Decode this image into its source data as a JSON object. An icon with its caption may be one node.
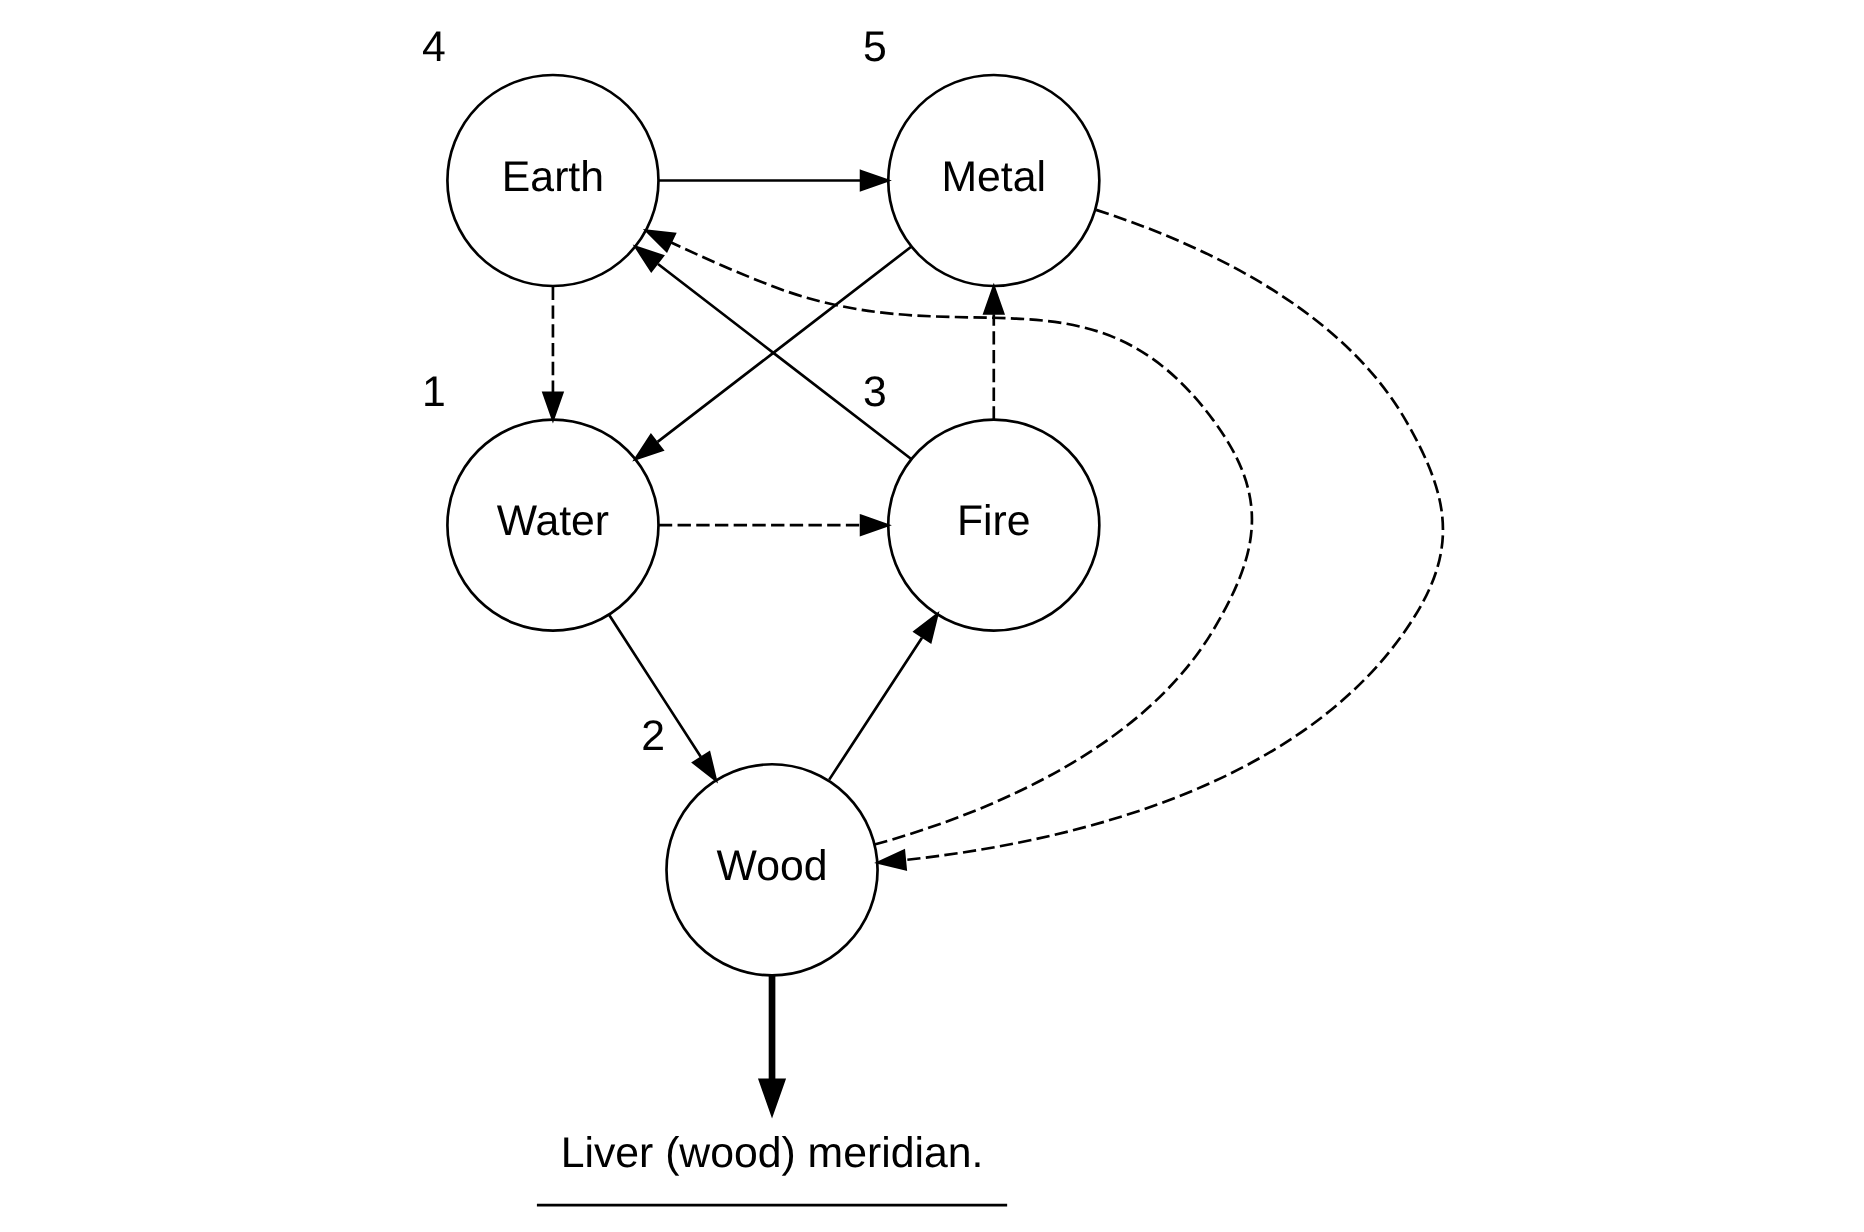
{
  "diagram": {
    "nodes": [
      {
        "text": [
          "Earth"
        ],
        "beside": [
          "4"
        ]
      },
      {
        "text": [
          "Metal"
        ],
        "beside": [
          "5"
        ]
      },
      {
        "text": [
          "Fire"
        ],
        "beside": [
          "3"
        ]
      },
      {
        "text": [
          "Water"
        ],
        "beside": [
          "1"
        ]
      },
      {
        "text": [
          "Wood"
        ],
        "beside": [
          "2"
        ]
      },
      {
        "text": [
          "Liver (wood) meridian."
        ]
      }
    ],
    "edges": [
      {
        "from": 0,
        "to": 1,
        "arrow": "to"
      },
      {
        "from": 1,
        "to": 3,
        "arrow": "to"
      },
      {
        "from": 3,
        "to": 4,
        "arrow": "to"
      },
      {
        "from": 4,
        "to": 2,
        "arrow": "to"
      },
      {
        "from": 2,
        "to": 0,
        "arrow": "to"
      },
      {
        "from": 0,
        "to": 3,
        "arrow": "to",
        "style": "dashed"
      },
      {
        "from": 1,
        "to": 4,
        "arrow": "to",
        "style": "dashed"
      },
      {
        "from": 4,
        "to": 0,
        "arrow": "to",
        "style": "dashed"
      },
      {
        "from": 3,
        "to": 2,
        "arrow": "to",
        "style": "dashed"
      },
      {
        "from": 2,
        "to": 1,
        "arrow": "to",
        "style": "dashed"
      },
      {
        "from": 4,
        "to": 5,
        "arrow": "to",
        "style": "thick"
      }
    ]
  }
}
